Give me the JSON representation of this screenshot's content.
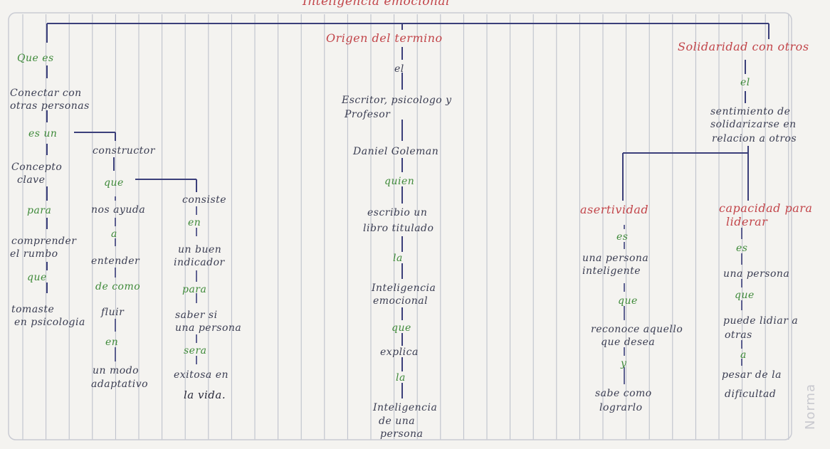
{
  "page_title": "Inteligencia emocional",
  "brand": "Norma",
  "colors": {
    "paper": "#f4f3f0",
    "ink_blue": "#3a3d52",
    "ink_green": "#3f8a3a",
    "ink_red": "#c2454a",
    "lines": "#b9bdc9"
  },
  "left_branch": {
    "question": "Que es",
    "answer": [
      "Conectar con",
      "otras personas"
    ],
    "link_1": "es un",
    "concept": [
      "Concepto",
      "clave"
    ],
    "link_2": "para",
    "purpose": [
      "comprender",
      "el rumbo"
    ],
    "link_3": "que",
    "result": [
      "tomaste",
      "en psicologia"
    ],
    "sub_a": {
      "title": "constructor",
      "link": "que",
      "items": [
        "nos ayuda",
        "a",
        "entender",
        "de como",
        "fluir",
        "en",
        "un modo",
        "adaptativo"
      ]
    },
    "sub_b": {
      "items": [
        "consiste",
        "en",
        "un buen",
        "indicador",
        "para",
        "saber si",
        "una persona",
        "sera",
        "exitosa en",
        "la vida."
      ]
    }
  },
  "center_branch": {
    "title": "Origen del termino",
    "items": [
      "el",
      "Escritor, psicologo y",
      "Profesor",
      "Daniel Goleman",
      "quien",
      "escribio un",
      "libro titulado",
      "la",
      "Inteligencia",
      "emocional",
      "que",
      "explica",
      "la",
      "Inteligencia",
      "de una",
      "persona"
    ]
  },
  "right_branch": {
    "title": "Solidaridad con otros",
    "link": "el",
    "definition": [
      "sentimiento de",
      "solidarizarse en",
      "relacion a otros"
    ],
    "sub_a": {
      "title": "asertividad",
      "items": [
        "es",
        "una persona",
        "inteligente",
        "que",
        "reconoce aquello",
        "que desea",
        "y",
        "sabe como",
        "lograrlo"
      ]
    },
    "sub_b": {
      "title": [
        "capacidad para",
        "liderar"
      ],
      "items": [
        "es",
        "una persona",
        "que",
        "puede lidiar a",
        "otras",
        "a",
        "pesar de la",
        "dificultad"
      ]
    }
  }
}
